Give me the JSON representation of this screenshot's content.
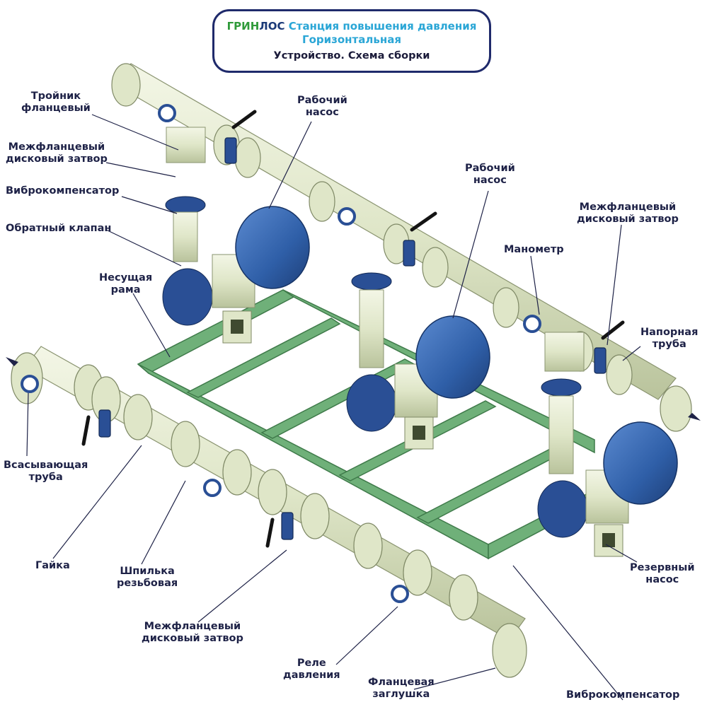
{
  "title": {
    "brand_part1": "ГРИН",
    "brand_part2": "ЛОС",
    "line1_rest": " Станция повышения давления",
    "line2": "Горизонтальная",
    "line3": "Устройство. Схема сборки"
  },
  "labels": {
    "tee": [
      "Тройник",
      "фланцевый"
    ],
    "butterfly_valve_top_left": [
      "Межфланцевый",
      "дисковый затвор"
    ],
    "vibro_compensator_top": [
      "Виброкомпенсатор"
    ],
    "check_valve": [
      "Обратный клапан"
    ],
    "support_frame": [
      "Несущая",
      "рама"
    ],
    "working_pump_1": [
      "Рабочий",
      "насос"
    ],
    "working_pump_2": [
      "Рабочий",
      "насос"
    ],
    "butterfly_valve_top_right": [
      "Межфланцевый",
      "дисковый затвор"
    ],
    "pressure_gauge": [
      "Манометр"
    ],
    "discharge_pipe": [
      "Напорная",
      "труба"
    ],
    "suction_pipe": [
      "Всасывающая",
      "труба"
    ],
    "nut": [
      "Гайка"
    ],
    "threaded_stud": [
      "Шпилька",
      "резьбовая"
    ],
    "butterfly_valve_bottom": [
      "Межфланцевый",
      "дисковый затвор"
    ],
    "pressure_switch": [
      "Реле",
      "давления"
    ],
    "flange_plug": [
      "Фланцевая",
      "заглушка"
    ],
    "vibro_compensator_bottom": [
      "Виброкомпенсатор"
    ],
    "reserve_pump": [
      "Резервный",
      "насос"
    ]
  },
  "colors": {
    "frame": "#6fb079",
    "pipe": "#dfe6c8",
    "motor": "#2f5fa8",
    "ink": "#1e2247",
    "title_border": "#1f2a6b"
  }
}
